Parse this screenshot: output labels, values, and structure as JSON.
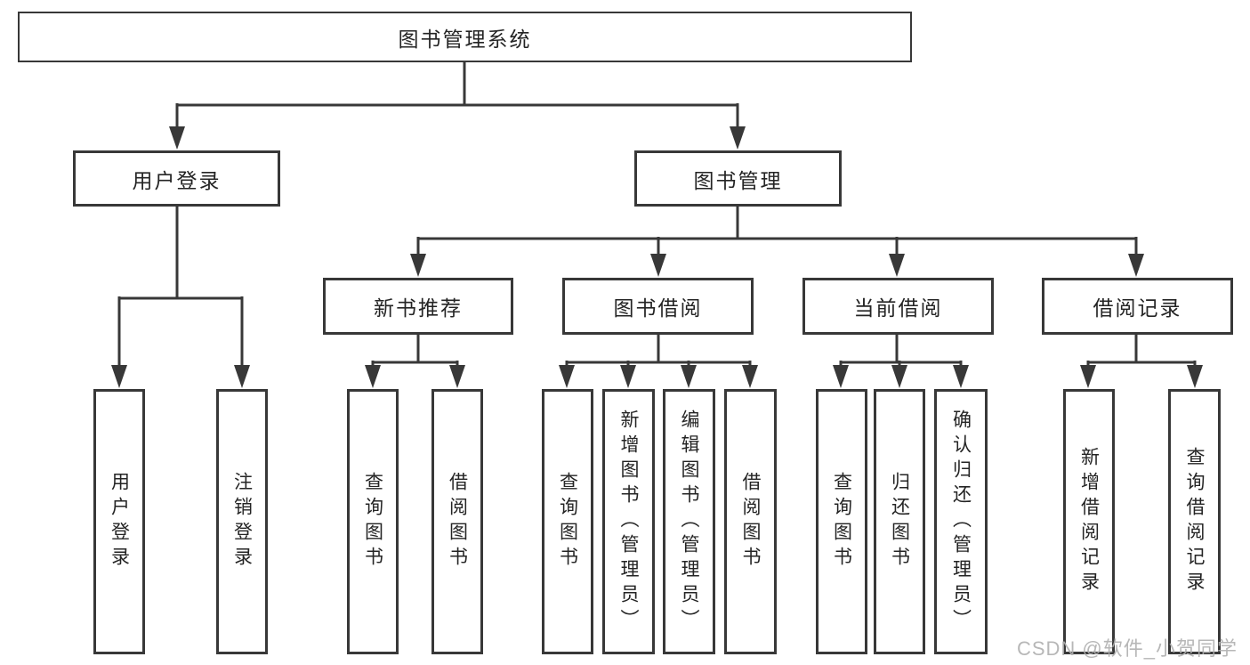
{
  "watermark": "CSDN @软件_小贺同学",
  "colors": {
    "line": "#383838",
    "box_border": "#383838",
    "box_background": "#ffffff",
    "text": "#242424",
    "watermark": "#afafaf"
  },
  "tree": {
    "root": "图书管理系统",
    "children": [
      {
        "label": "用户登录",
        "children": [
          "用户登录",
          "注销登录"
        ]
      },
      {
        "label": "图书管理",
        "children": [
          {
            "label": "新书推荐",
            "children": [
              "查询图书",
              "借阅图书"
            ]
          },
          {
            "label": "图书借阅",
            "children": [
              "查询图书",
              "新增图书（管理员）",
              "编辑图书（管理员）",
              "借阅图书"
            ]
          },
          {
            "label": "当前借阅",
            "children": [
              "查询图书",
              "归还图书",
              "确认归还（管理员）"
            ]
          },
          {
            "label": "借阅记录",
            "children": [
              "新增借阅记录",
              "查询借阅记录"
            ]
          }
        ]
      }
    ]
  }
}
